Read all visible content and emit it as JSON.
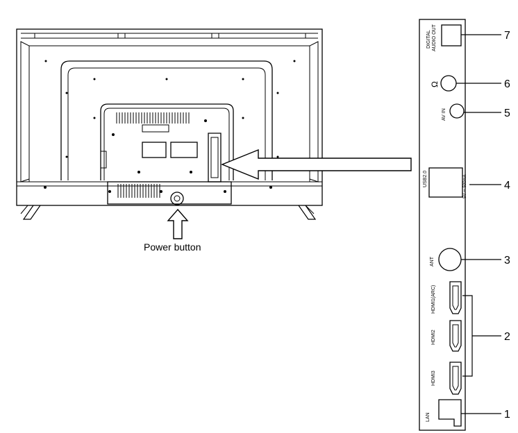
{
  "caption": "Power button",
  "ports": {
    "digital_audio_out_line1": "DIGITAL",
    "digital_audio_out_line2": "AUDIO OUT",
    "headphone_symbol": "Ω",
    "av_in": "AV IN",
    "usb": "USB2.0",
    "usb_rating": "5V ⎓ 500mA",
    "ant": "ANT",
    "hdmi1": "HDMI1(ARC)",
    "hdmi2": "HDMI2",
    "hdmi3": "HDMI3",
    "lan": "LAN"
  },
  "callouts": [
    "7",
    "6",
    "5",
    "4",
    "3",
    "2",
    "1"
  ]
}
